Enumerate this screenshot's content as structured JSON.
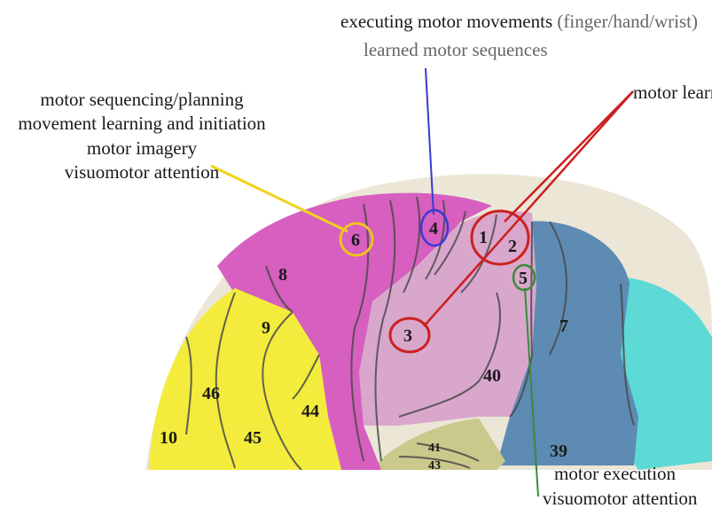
{
  "annotations": {
    "top": {
      "line1_main": "executing motor movements",
      "line1_paren": "(finger/hand/wrist)",
      "line2": "learned motor sequences"
    },
    "left": {
      "lines": [
        "motor sequencing/planning",
        "movement learning and initiation",
        "motor imagery",
        "visuomotor attention"
      ]
    },
    "right_top": "motor learni",
    "bottom_right": [
      "motor execution",
      "visuomotor attention"
    ]
  },
  "areas": {
    "a1": "1",
    "a2": "2",
    "a3": "3",
    "a4": "4",
    "a5": "5",
    "a6": "6",
    "a7": "7",
    "a8": "8",
    "a9": "9",
    "a10": "10",
    "a39": "39",
    "a40": "40",
    "a41": "41",
    "a44": "44",
    "a45": "45",
    "a46": "46",
    "a43": "43"
  },
  "colors": {
    "yellow_region": "#f4ec3c",
    "magenta_region": "#d65fbf",
    "pink_region": "#d9a7cc",
    "blue_region": "#5d8bb4",
    "cyan_region": "#5dd9d6",
    "olive_region": "#cbc88b",
    "head_skin": "#ebe6d6",
    "circle_yellow": "#f0c21e",
    "circle_blue": "#3a3ad0",
    "circle_red": "#cc2020",
    "circle_green": "#3a8a3a"
  }
}
